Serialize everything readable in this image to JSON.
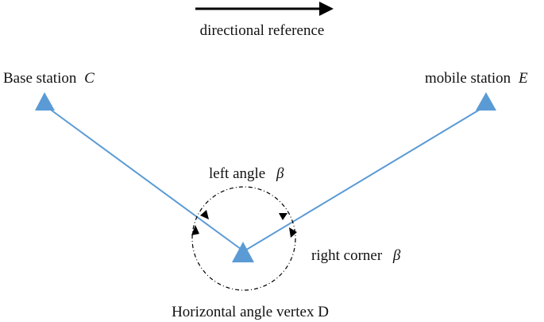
{
  "diagram": {
    "reference_label": "directional reference",
    "base_station": {
      "label_text": "Base station",
      "symbol": "C"
    },
    "mobile_station": {
      "label_text": "mobile station",
      "symbol": "E"
    },
    "left_angle": {
      "label_text": "left angle",
      "symbol": "β"
    },
    "right_corner": {
      "label_text": "right corner",
      "symbol": "β"
    },
    "vertex_label": "Horizontal angle vertex D"
  },
  "colors": {
    "station_fill": "#5b9bd5",
    "connector_line": "#5b9bd5",
    "reference_arrow": "#000000",
    "angle_arc": "#000000"
  },
  "icons": {
    "station": "triangle-icon",
    "reference": "arrow-right-icon"
  }
}
